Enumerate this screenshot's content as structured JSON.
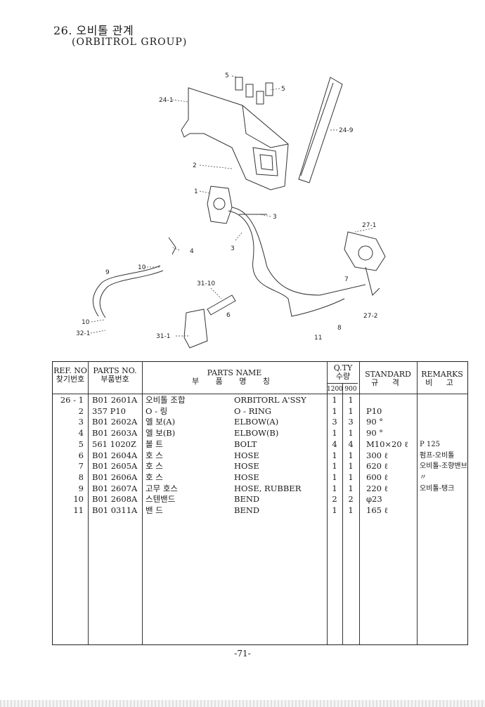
{
  "header": {
    "title": "26. 오비톨 관계",
    "subtitle": "(ORBITROL GROUP)"
  },
  "diagram": {
    "callouts": [
      "5",
      "5",
      "24-1",
      "24-9",
      "2",
      "1",
      "3",
      "3",
      "27-1",
      "4",
      "9",
      "10",
      "31-10",
      "6",
      "7",
      "27-2",
      "8",
      "10",
      "32-1",
      "31-1",
      "11"
    ]
  },
  "table": {
    "headers": {
      "ref_en": "REF. NO",
      "ref_ko": "찾기번호",
      "parts_en": "PARTS NO.",
      "parts_ko": "부품번호",
      "name_en": "PARTS NAME",
      "name_ko": "부 품 명 칭",
      "qty_en": "Q.TY",
      "qty_ko": "수량",
      "qty_a": "1200",
      "qty_b": "900",
      "std_en": "STANDARD",
      "std_ko": "규 격",
      "rem_en": "REMARKS",
      "rem_ko": "비 고"
    },
    "rows": [
      {
        "ref": "26 - 1",
        "part": "B01 2601A",
        "ko": "오비톨 조합",
        "en": "ORBITORL A'SSY",
        "q1": "1",
        "q2": "1",
        "std": "",
        "rem": ""
      },
      {
        "ref": "2",
        "part": "357 P10",
        "ko": "O - 링",
        "en": "O - RING",
        "q1": "1",
        "q2": "1",
        "std": "P10",
        "rem": ""
      },
      {
        "ref": "3",
        "part": "B01 2602A",
        "ko": "엘 보(A)",
        "en": "ELBOW(A)",
        "q1": "3",
        "q2": "3",
        "std": "90 °",
        "rem": ""
      },
      {
        "ref": "4",
        "part": "B01 2603A",
        "ko": "엘 보(B)",
        "en": "ELBOW(B)",
        "q1": "1",
        "q2": "1",
        "std": "90 °",
        "rem": ""
      },
      {
        "ref": "5",
        "part": "561 1020Z",
        "ko": "볼 트",
        "en": "BOLT",
        "q1": "4",
        "q2": "4",
        "std": "M10×20 ℓ",
        "rem": "P 125"
      },
      {
        "ref": "6",
        "part": "B01 2604A",
        "ko": "호 스",
        "en": "HOSE",
        "q1": "1",
        "q2": "1",
        "std": "300 ℓ",
        "rem": "펌프-오비톨"
      },
      {
        "ref": "7",
        "part": "B01 2605A",
        "ko": "호 스",
        "en": "HOSE",
        "q1": "1",
        "q2": "1",
        "std": "620 ℓ",
        "rem": "오비톨-조향밴브"
      },
      {
        "ref": "8",
        "part": "B01 2606A",
        "ko": "호 스",
        "en": "HOSE",
        "q1": "1",
        "q2": "1",
        "std": "600 ℓ",
        "rem": "〃"
      },
      {
        "ref": "9",
        "part": "B01 2607A",
        "ko": "고무 호스",
        "en": "HOSE, RUBBER",
        "q1": "1",
        "q2": "1",
        "std": "220 ℓ",
        "rem": "오비톨-탱크"
      },
      {
        "ref": "10",
        "part": "B01 2608A",
        "ko": "스텐밴드",
        "en": "BEND",
        "q1": "2",
        "q2": "2",
        "std": "φ23",
        "rem": ""
      },
      {
        "ref": "11",
        "part": "B01 0311A",
        "ko": "밴 드",
        "en": "BEND",
        "q1": "1",
        "q2": "1",
        "std": "165 ℓ",
        "rem": ""
      }
    ]
  },
  "footer": {
    "page": "-71-"
  }
}
